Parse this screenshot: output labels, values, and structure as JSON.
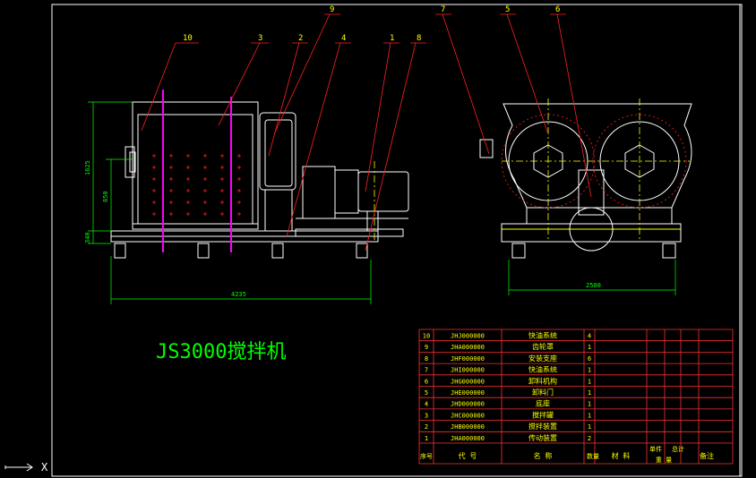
{
  "drawing": {
    "title": "JS3000搅拌机",
    "balloons": [
      "10",
      "3",
      "2",
      "9",
      "4",
      "1",
      "8",
      "7",
      "5",
      "6"
    ],
    "dimensions": {
      "overall_length": "4235",
      "total_height": "1625",
      "mid_height": "850",
      "base_height": "340",
      "side_width": "2500"
    }
  },
  "bom": {
    "rows": [
      {
        "no": "10",
        "code": "JHJ000000",
        "name": "快油系统",
        "qty": "4"
      },
      {
        "no": "9",
        "code": "JHA000000",
        "name": "齿轮罩",
        "qty": "1"
      },
      {
        "no": "8",
        "code": "JHF000000",
        "name": "安装支座",
        "qty": "6"
      },
      {
        "no": "7",
        "code": "JHI000000",
        "name": "快油系统",
        "qty": "1"
      },
      {
        "no": "6",
        "code": "JHG000000",
        "name": "卸料机构",
        "qty": "1"
      },
      {
        "no": "5",
        "code": "JHE000000",
        "name": "卸料门",
        "qty": "1"
      },
      {
        "no": "4",
        "code": "JHD000000",
        "name": "底座",
        "qty": "1"
      },
      {
        "no": "3",
        "code": "JHC000000",
        "name": "搅拌罐",
        "qty": "1"
      },
      {
        "no": "2",
        "code": "JHB000000",
        "name": "搅拌装置",
        "qty": "1"
      },
      {
        "no": "1",
        "code": "JHA000000",
        "name": "传动装置",
        "qty": "2"
      }
    ],
    "headers": {
      "no": "序号",
      "code": "代  号",
      "name": "名  称",
      "qty": "数量",
      "material": "材  料",
      "unit_weight": "单件",
      "total_weight": "总计",
      "weight": "重  量",
      "remark": "备注"
    }
  },
  "ucs_label": "X",
  "colors": {
    "background": "#000000",
    "outline": "#ffffff",
    "leader": "#ff2020",
    "dimension": "#00ff00",
    "section": "#ff00ff",
    "center": "#ffff00",
    "table_line": "#ff3030"
  }
}
